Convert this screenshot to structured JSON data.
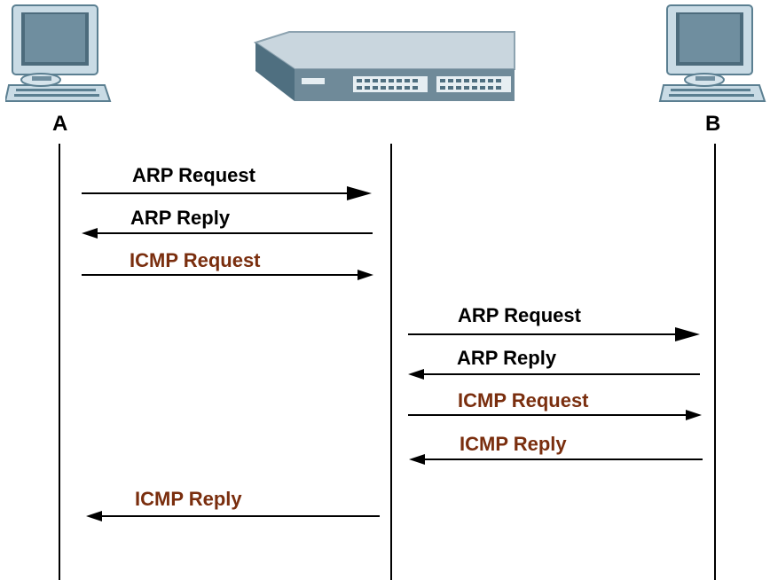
{
  "nodes": {
    "a": {
      "label": "A",
      "icon": "computer-icon"
    },
    "switch": {
      "icon": "switch-icon"
    },
    "b": {
      "label": "B",
      "icon": "computer-icon"
    }
  },
  "colors": {
    "arp": "#000000",
    "icmp": "#7a2e0e",
    "line": "#000000"
  },
  "messages": [
    {
      "id": "m1",
      "label": "ARP Request",
      "kind": "arp",
      "from": "A",
      "to": "Switch"
    },
    {
      "id": "m2",
      "label": "ARP Reply",
      "kind": "arp",
      "from": "Switch",
      "to": "A"
    },
    {
      "id": "m3",
      "label": "ICMP Request",
      "kind": "icmp",
      "from": "A",
      "to": "Switch"
    },
    {
      "id": "m4",
      "label": "ARP Request",
      "kind": "arp",
      "from": "Switch",
      "to": "B"
    },
    {
      "id": "m5",
      "label": "ARP Reply",
      "kind": "arp",
      "from": "B",
      "to": "Switch"
    },
    {
      "id": "m6",
      "label": "ICMP Request",
      "kind": "icmp",
      "from": "Switch",
      "to": "B"
    },
    {
      "id": "m7",
      "label": "ICMP Reply",
      "kind": "icmp",
      "from": "B",
      "to": "Switch"
    },
    {
      "id": "m8",
      "label": "ICMP Reply",
      "kind": "icmp",
      "from": "Switch",
      "to": "A"
    }
  ]
}
